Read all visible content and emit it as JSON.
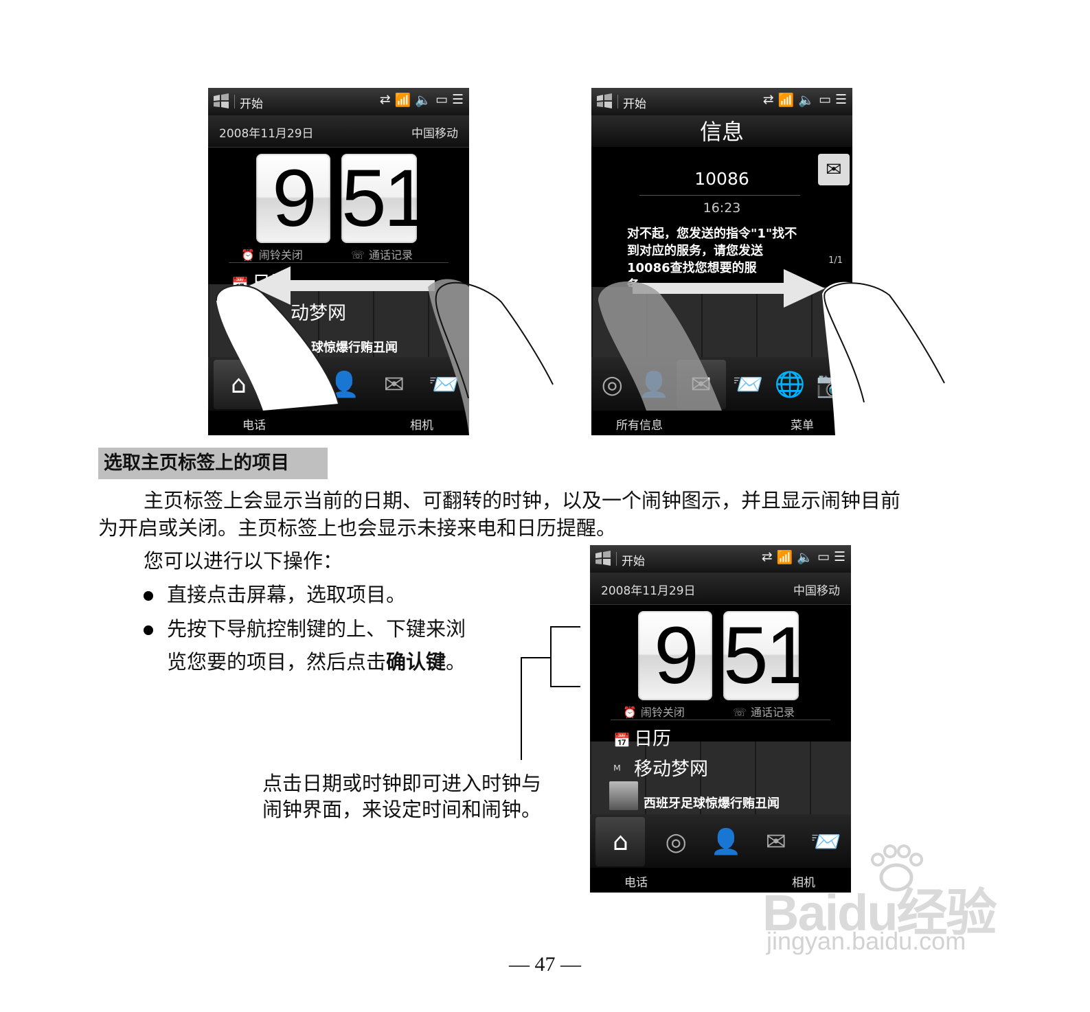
{
  "phone1": {
    "status_start": "开始",
    "date": "2008年11月29日",
    "carrier": "中国移动",
    "hour": "9",
    "minute": "51",
    "alarm": "闹铃关闭",
    "calllog": "通话记录",
    "row_calendar": "日历",
    "row_monternet": "动梦网",
    "row_news": "球惊爆行贿丑闻",
    "soft_left": "电话",
    "soft_right": "相机"
  },
  "phone2": {
    "status_start": "开始",
    "title": "信息",
    "sender": "10086",
    "time": "16:23",
    "body": "对不起，您发送的指令\"1\"找不到对应的服务，请您发送10086查找您想要的服",
    "body_tail": "务",
    "pager": "1/1",
    "soft_left": "所有信息",
    "soft_right": "菜单"
  },
  "phone3": {
    "status_start": "开始",
    "date": "2008年11月29日",
    "carrier": "中国移动",
    "hour": "9",
    "minute": "51",
    "alarm": "闹铃关闭",
    "calllog": "通话记录",
    "row_calendar": "日历",
    "row_monternet": "移动梦网",
    "row_news": "西班牙足球惊爆行贿丑闻",
    "soft_left": "电话",
    "soft_right": "相机"
  },
  "section": {
    "heading": "选取主页标签上的项目",
    "para_line1": "主页标签上会显示当前的日期、可翻转的时钟，以及一个闹钟图示，并且显示闹钟目前",
    "para_line2": "为开启或关闭。主页标签上也会显示未接来电和日历提醒。",
    "ops_intro": "您可以进行以下操作：",
    "bullet1": "直接点击屏幕，选取项目。",
    "bullet2_line1": "先按下导航控制键的上、下键来浏",
    "bullet2_line2_pre": "览您要的项目，然后点击",
    "bullet2_bold": "确认键",
    "bullet2_end": "。",
    "callout_line1": "点击日期或时钟即可进入时钟与",
    "callout_line2": "闹钟界面，来设定时间和闹钟。"
  },
  "page_number": "— 47 —",
  "watermark": {
    "main": "Baidu经验",
    "sub": "jingyan.baidu.com"
  }
}
